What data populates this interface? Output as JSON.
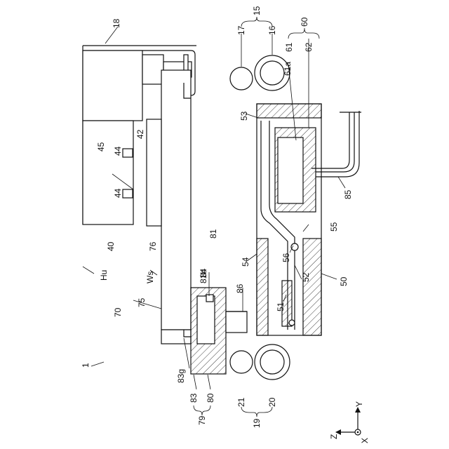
{
  "figure": {
    "labels": {
      "l18": "18",
      "l15": "15",
      "l17": "17",
      "l16": "16",
      "l60": "60",
      "l61": "61",
      "l62": "62",
      "l61a": "61a",
      "l53": "53",
      "l42": "42",
      "l45": "45",
      "l44a": "44",
      "l44b": "44",
      "l40": "40",
      "l76": "76",
      "l81": "81",
      "l55": "55",
      "l85": "85",
      "l56": "56",
      "l54": "54",
      "lHu": "Hu",
      "lWs": "Ws",
      "l84": "84",
      "l81b": "81b",
      "l86": "86",
      "l52": "52",
      "l50": "50",
      "l70": "70",
      "l75": "75",
      "l51": "51",
      "l1": "1",
      "l83g": "83g",
      "l83": "83",
      "l80": "80",
      "l79": "79",
      "l21": "21",
      "l20": "20",
      "l19": "19"
    },
    "axes": {
      "y": "Y",
      "z": "Z",
      "x": "X"
    }
  }
}
